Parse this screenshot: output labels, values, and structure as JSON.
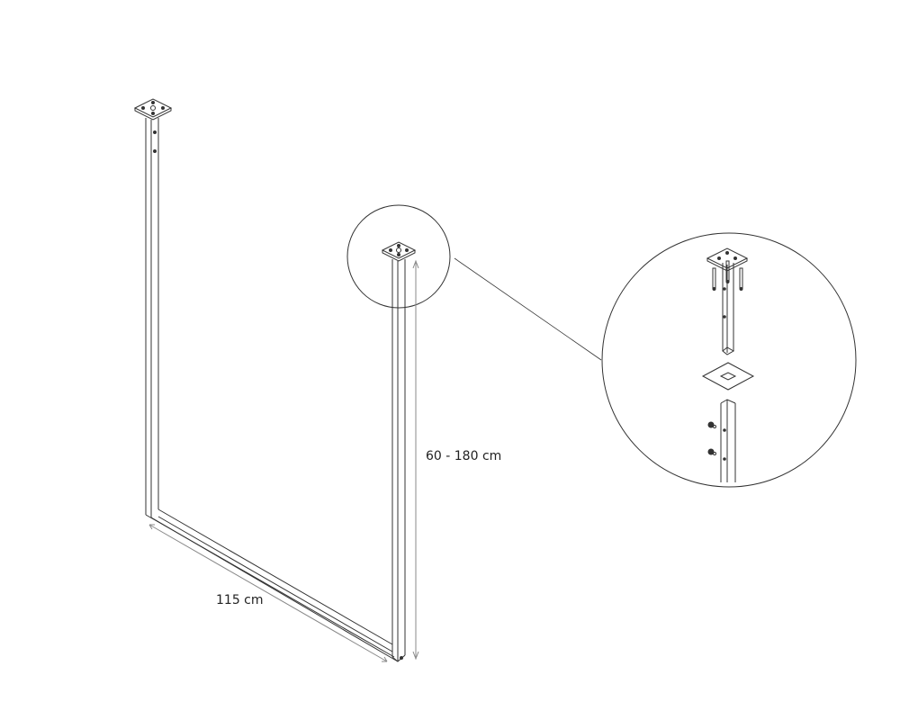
{
  "diagram": {
    "type": "technical-assembly-drawing",
    "subject": "ceiling-mounted rectangular hanging rail frame",
    "dimensions": {
      "width_label": "115 cm",
      "height_label": "60 - 180 cm"
    },
    "detail_callout": {
      "description": "magnified ceiling mounting plate assembly with screws, tube insert, cover plate and adjustable post with bolts"
    },
    "colors": {
      "line": "#333333",
      "dimension": "#888888",
      "background": "#ffffff"
    }
  }
}
